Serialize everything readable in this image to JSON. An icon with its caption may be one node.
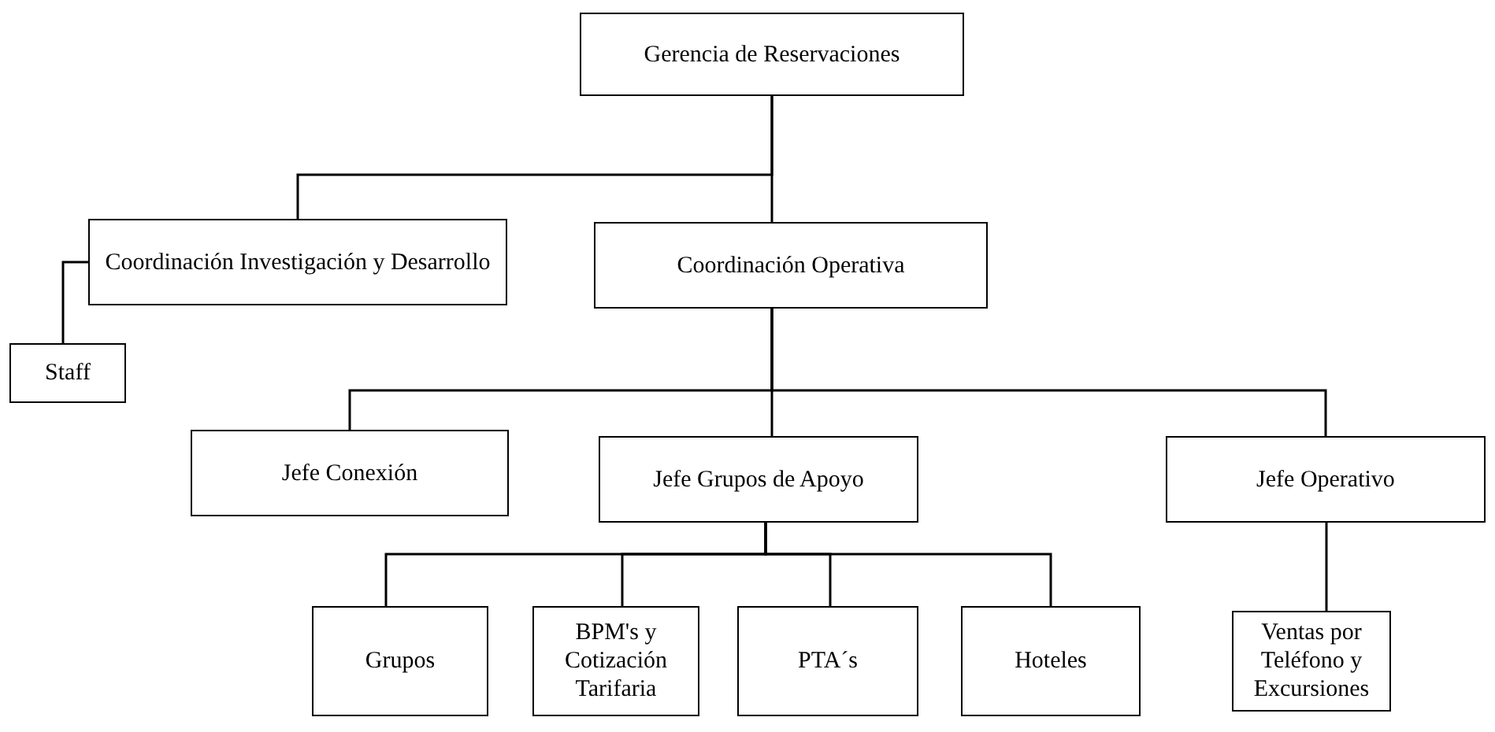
{
  "diagram": {
    "nodes": [
      {
        "text": [
          "Gerencia de Reservaciones"
        ]
      },
      {
        "text": [
          "Coordinación Investigación y Desarrollo"
        ]
      },
      {
        "text": [
          "Coordinación Operativa"
        ]
      },
      {
        "text": [
          "Staff"
        ]
      },
      {
        "text": [
          "Jefe Conexión"
        ]
      },
      {
        "text": [
          "Jefe Grupos de Apoyo"
        ]
      },
      {
        "text": [
          "Jefe Operativo"
        ]
      },
      {
        "text": [
          "Grupos"
        ]
      },
      {
        "text": [
          "BPM's y Cotización Tarifaria"
        ]
      },
      {
        "text": [
          "PTA´s"
        ]
      },
      {
        "text": [
          "Hoteles"
        ]
      },
      {
        "text": [
          "Ventas por Teléfono y Excursiones"
        ]
      }
    ],
    "edges": [
      {
        "from": 0,
        "to": 1,
        "arrow": "none"
      },
      {
        "from": 0,
        "to": 2,
        "arrow": "none"
      },
      {
        "from": 1,
        "to": 3,
        "arrow": "none"
      },
      {
        "from": 2,
        "to": 4,
        "arrow": "none"
      },
      {
        "from": 2,
        "to": 5,
        "arrow": "none"
      },
      {
        "from": 2,
        "to": 6,
        "arrow": "none"
      },
      {
        "from": 5,
        "to": 7,
        "arrow": "none"
      },
      {
        "from": 5,
        "to": 8,
        "arrow": "none"
      },
      {
        "from": 5,
        "to": 9,
        "arrow": "none"
      },
      {
        "from": 5,
        "to": 10,
        "arrow": "none"
      },
      {
        "from": 6,
        "to": 11,
        "arrow": "none"
      }
    ]
  }
}
